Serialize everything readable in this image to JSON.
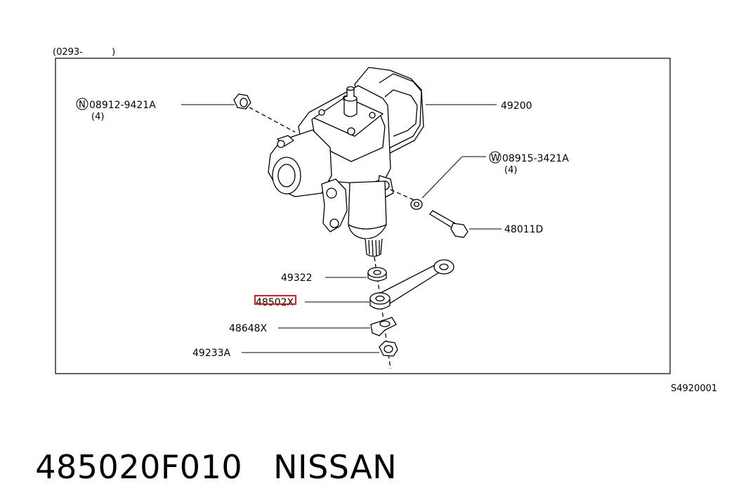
{
  "diagram": {
    "range_label": "(0293-          )",
    "drawing_code": "S4920001",
    "callouts": [
      {
        "id": "nut",
        "prefix": "N",
        "part": "08912-9421A",
        "qty": "(4)"
      },
      {
        "id": "gear",
        "part": "49200"
      },
      {
        "id": "washer",
        "prefix": "W",
        "part": "08915-3421A",
        "qty": "(4)"
      },
      {
        "id": "bolt",
        "part": "48011D"
      },
      {
        "id": "seal",
        "part": "49322"
      },
      {
        "id": "arm",
        "part": "48502X",
        "highlighted": true
      },
      {
        "id": "lockplate",
        "part": "48648X"
      },
      {
        "id": "armnut",
        "part": "49233A"
      }
    ],
    "highlight_color": "#e02020"
  },
  "caption": {
    "part_number": "485020F010",
    "brand": "NISSAN"
  }
}
